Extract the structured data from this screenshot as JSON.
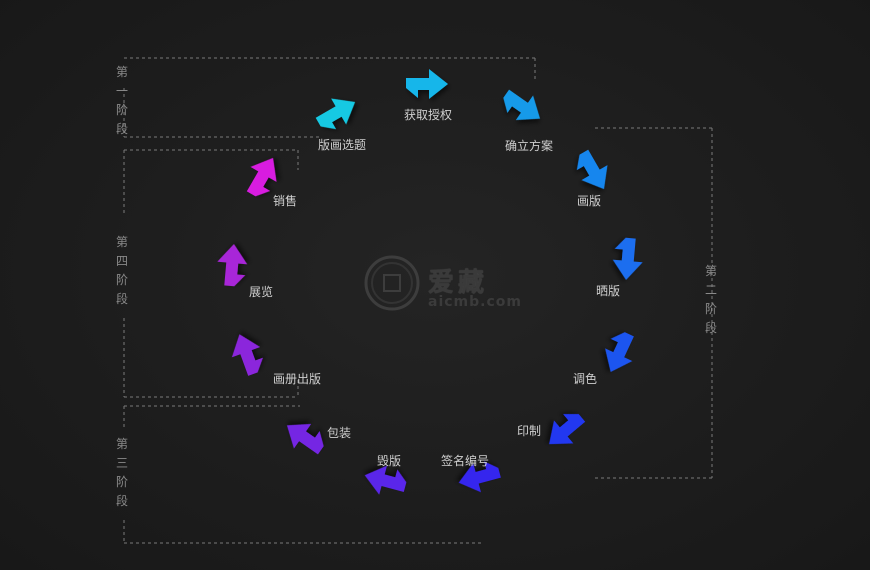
{
  "diagram": {
    "steps": [
      {
        "label": "获取授权",
        "color": "#12b6ea"
      },
      {
        "label": "确立方案",
        "color": "#149ae9"
      },
      {
        "label": "画版",
        "color": "#1686ee"
      },
      {
        "label": "晒版",
        "color": "#1b6eef"
      },
      {
        "label": "调色",
        "color": "#1e55ef"
      },
      {
        "label": "印制",
        "color": "#2037f0"
      },
      {
        "label": "签名编号",
        "color": "#3627ee"
      },
      {
        "label": "毁版",
        "color": "#5a26ea"
      },
      {
        "label": "包装",
        "color": "#7426e3"
      },
      {
        "label": "画册出版",
        "color": "#8b26dc"
      },
      {
        "label": "展览",
        "color": "#a826d8"
      },
      {
        "label": "销售",
        "color": "#d81ee0"
      },
      {
        "label": "版画选题",
        "color": "#14c9e3"
      }
    ],
    "stages": [
      {
        "label": "第一阶段"
      },
      {
        "label": "第二阶段"
      },
      {
        "label": "第三阶段"
      },
      {
        "label": "第四阶段"
      }
    ],
    "watermark": {
      "mark_icon": "seal-icon",
      "text": "爱藏",
      "sub": "aicmb.com"
    }
  }
}
